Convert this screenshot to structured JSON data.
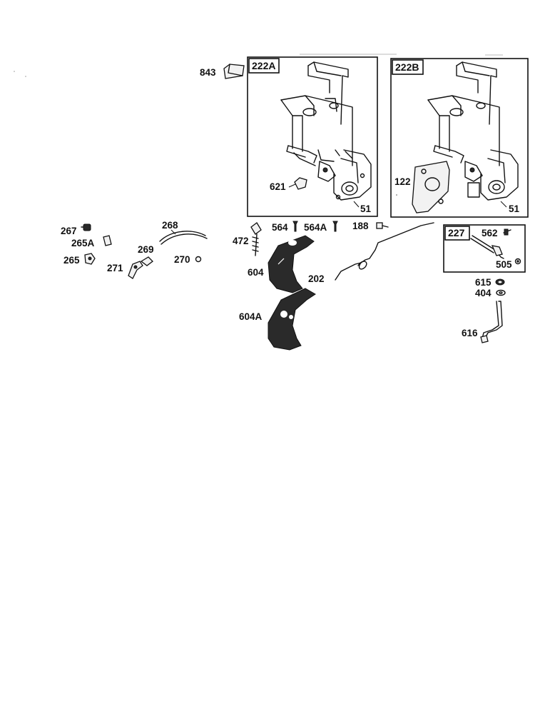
{
  "boxes": {
    "box_222a": "222A",
    "box_222b": "222B",
    "box_227": "227"
  },
  "parts": {
    "p843": "843",
    "p621": "621",
    "p51a": "51",
    "p122": "122",
    "p51b": "51",
    "p267": "267",
    "p265a": "265A",
    "p265": "265",
    "p268": "268",
    "p269": "269",
    "p270": "270",
    "p271": "271",
    "p472": "472",
    "p564": "564",
    "p564a": "564A",
    "p188": "188",
    "p604": "604",
    "p604a": "604A",
    "p202": "202",
    "p562": "562",
    "p505": "505",
    "p615": "615",
    "p404": "404",
    "p616": "616"
  }
}
